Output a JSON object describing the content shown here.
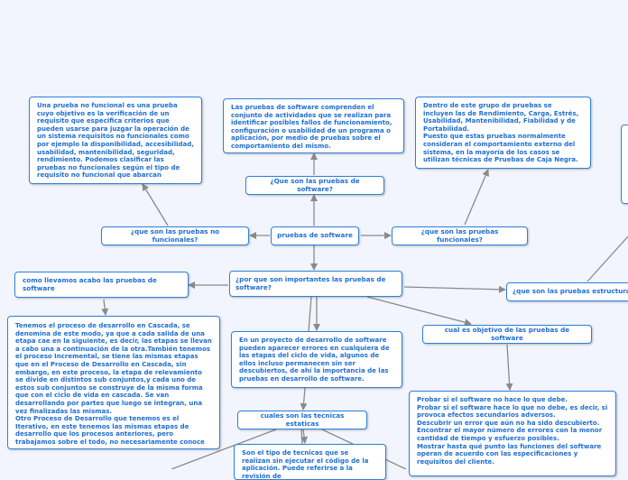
{
  "colors": {
    "background": "#f2f5fd",
    "node_border": "#2f80dc",
    "node_text": "#1e6ed0",
    "connector": "#8a8a8a"
  },
  "root": {
    "label": "pruebas de software"
  },
  "topics": {
    "what_is": "¿Que son las pruebas de software?",
    "non_functional": "¿que son las pruebas no funcionales?",
    "functional": "¿que son las pruebas funcionales?",
    "why_important": "¿por que son importantes las pruebas de software?",
    "how": "como llevamos acabo las pruebas de software",
    "structural": "¿que son las pruebas estructurales?",
    "objective": "cual es objetivo de las pruebas de software",
    "static": "cuales son las tecnicas estaticas"
  },
  "notes": {
    "what_is": "Las pruebas de software  comprenden el conjunto de actividades que se realizan para identificar posibles fallos de funcionamiento, configuración o usabilidad de un programa o aplicación, por medio de pruebas sobre el comportamiento del mismo.",
    "non_functional": "Una prueba no funcional es una prueba cuyo objetivo es la verificación de un requisito que especifica criterios que pueden usarse para juzgar la operación de un sistema  requisitos no funcionales como por ejemplo la disponibilidad, accesibilidad, usabilidad, mantenibilidad, seguridad, rendimiento. Podemos clasificar las pruebas no funcionales según el tipo de requisito no funcional que abarcan",
    "functional": "Dentro de este grupo de pruebas se incluyen las de Rendimiento, Carga, Estrés, Usabilidad, Mantenibilidad, Fiabilidad y de Portabilidad.\nPuesto que estas pruebas normalmente consideran el comportamiento externo del sistema, en la mayoría de los casos se utilizan técnicas de Pruebas de Caja Negra.",
    "how": "Tenemos el proceso de desarrollo en Cascada, se denomina de este modo, ya que a cada salida de una etapa cae en la siguiente, es decir, las etapas se llevan a cabo una a continuación de la otra.También tenemos el proceso Incremental, se tiene las mismas etapas que en el Proceso de Desarrollo en Cascada, sin embargo, en este proceso, la etapa de relevamiento se divide en distintos sub conjuntos,y cada uno de estos sub conjuntos se construye de la misma forma que con el ciclo de vida en cascada. Se van desarrollando por partes que luego se integran, una vez finalizadas las mismas.\nOtro Proceso de Desarrollo que tenemos es el Iterativo, en este tenemos las mismas etapas de desarrollo que los procesos anteriores, pero trabajamos sobre el todo, no necesariamente conoce",
    "why_important": "En un proyecto de desarrollo de software pueden aparecer errores en cualquiera de las etapas del ciclo de vida, algunos de ellos incluso permanecen sin ser descubiertos, de ahí la importancia de las pruebas en desarrollo de software.",
    "objective": "Probar si el software no hace lo que debe.\nProbar si el software hace lo que no debe, es decir, si provoca efectos secundarios adversos.\nDescubrir un error que aún no ha sido descubierto.\nEncontrar el mayor número de errores con la menor cantidad de tiempo y esfuerzo posibles.\nMostrar hasta qué punto las funciones del software operan de acuerdo con las especificaciones y requisitos del cliente.",
    "static": "Son el tipo de tecnicas que se realizan sin ejecutar el código de la aplicación. Puede referirse a la revisión de"
  }
}
